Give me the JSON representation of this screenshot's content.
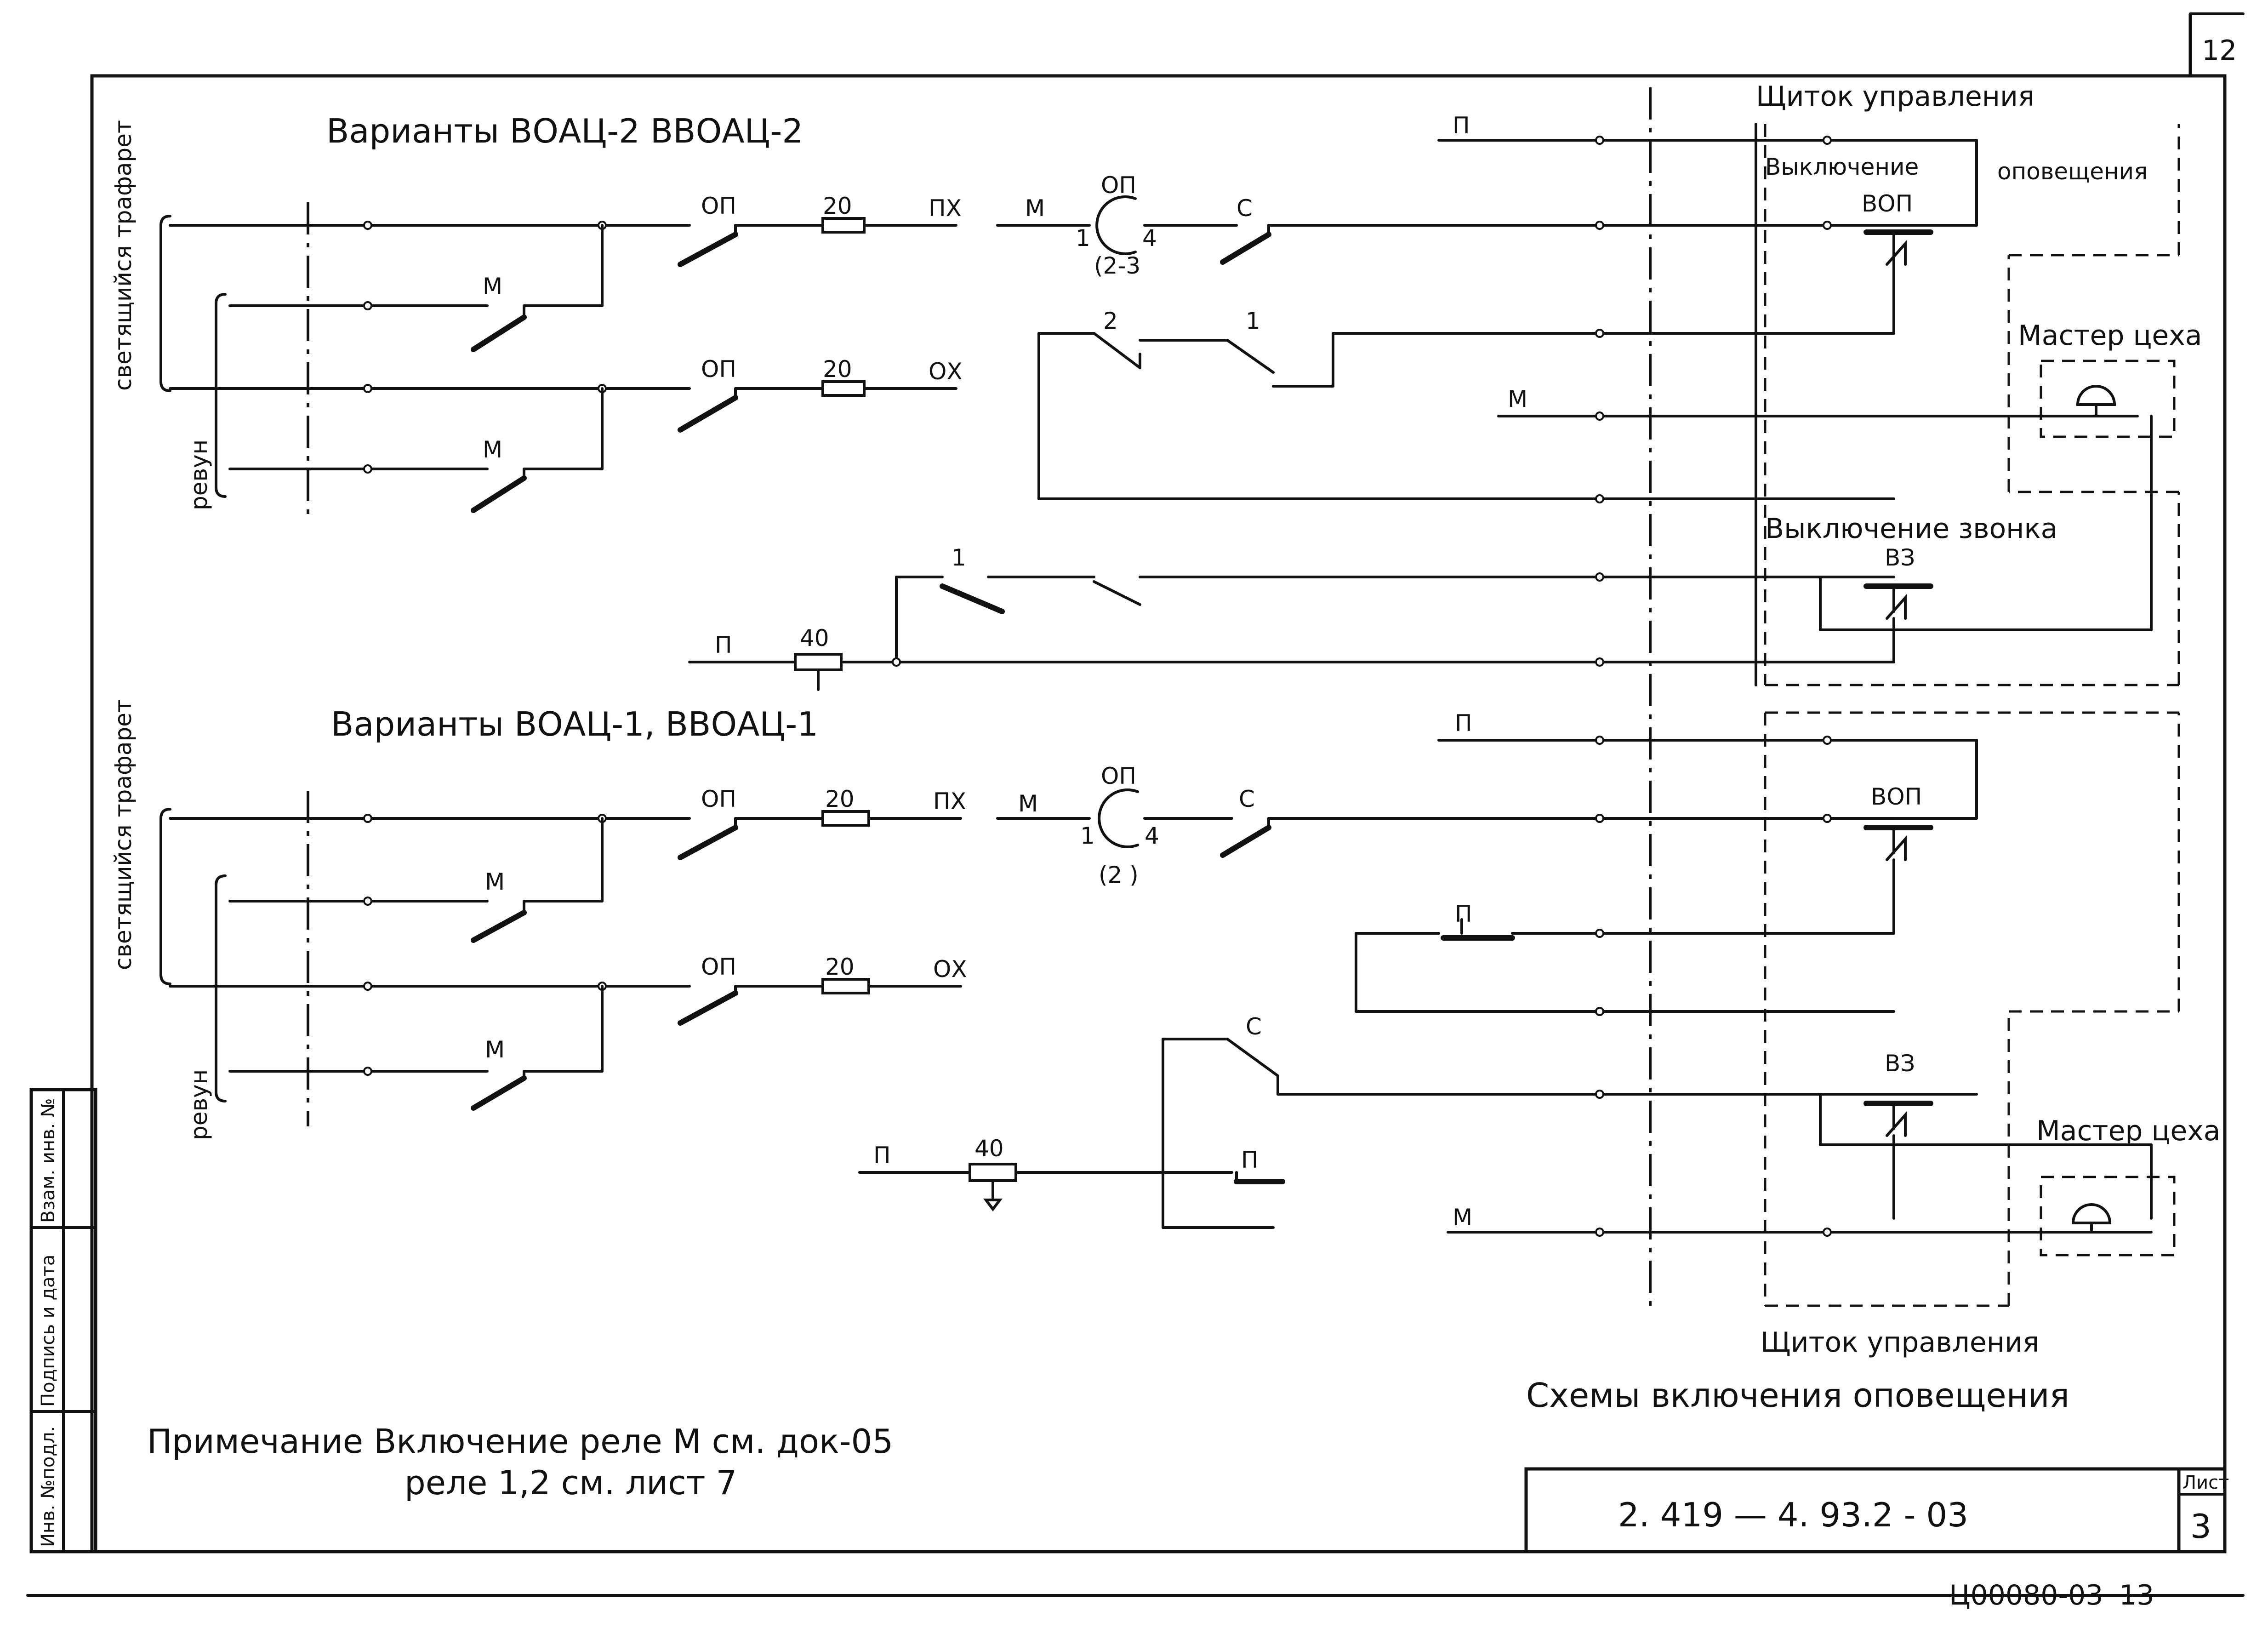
{
  "page": {
    "sheet_corner_number": "12",
    "bottom_code": "Ц00080-03",
    "bottom_page": "13"
  },
  "title_block": {
    "doc_number": "2. 419 — 4. 93.2 - 03",
    "sheet_label": "Лист",
    "sheet_number": "3"
  },
  "side_stamp": {
    "fields": [
      "Инв. №подл.",
      "Подпись и дата",
      "Взам. инв. №"
    ]
  },
  "diagram_upper": {
    "title": "Варианты ВОАЦ-2  ВВОАЦ-2",
    "left_labels": [
      "светящийся трафарет",
      "ревун"
    ],
    "contacts": [
      "ОП",
      "ОП",
      "М",
      "М",
      "С",
      "2",
      "1",
      "1"
    ],
    "fuses": [
      "20",
      "20"
    ],
    "wires": [
      "ПХ",
      "ОХ",
      "М",
      "П",
      "П",
      "М"
    ],
    "relay": {
      "label": "ОП",
      "pin_left": "1",
      "pin_right": "4",
      "note": "(2-3"
    },
    "resistor": "40",
    "panel_texts": [
      "Щиток  управления",
      "Выключение",
      "оповещения",
      "ВОП",
      "Выключение  звонка",
      "ВЗ",
      "Мастер цеха"
    ]
  },
  "diagram_lower": {
    "title": "Варианты ВОАЦ-1, ВВОАЦ-1",
    "left_labels": [
      "светящийся трафарет",
      "ревун"
    ],
    "contacts": [
      "ОП",
      "ОП",
      "М",
      "М",
      "С",
      "С",
      "П",
      "П"
    ],
    "fuses": [
      "20",
      "20"
    ],
    "wires": [
      "ПХ",
      "ОХ",
      "М",
      "П",
      "П",
      "М"
    ],
    "relay": {
      "label": "ОП",
      "pin_left": "1",
      "pin_right": "4",
      "note": "(2 )"
    },
    "resistor": "40",
    "panel_texts": [
      "ВОП",
      "ВЗ",
      "Мастер цеха",
      "Щиток управления"
    ]
  },
  "notes": {
    "line1": "Примечание   Включение  реле М  см. док-05",
    "line2": "реле  1,2  см.  лист 7"
  },
  "caption": "Схемы  включения   оповещения"
}
